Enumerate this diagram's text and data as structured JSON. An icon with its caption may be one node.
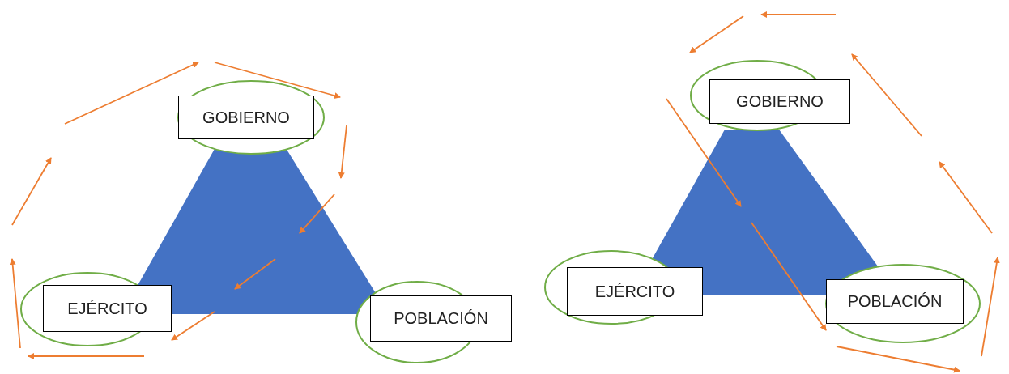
{
  "diagram": {
    "nodes": [
      {
        "text": [
          "GOBIERNO"
        ]
      },
      {
        "text": [
          "EJÉRCITO"
        ]
      },
      {
        "text": [
          "POBLACIÓN"
        ]
      },
      {
        "text": [
          "GOBIERNO"
        ]
      },
      {
        "text": [
          "EJÉRCITO"
        ]
      },
      {
        "text": [
          "POBLACIÓN"
        ]
      }
    ]
  }
}
